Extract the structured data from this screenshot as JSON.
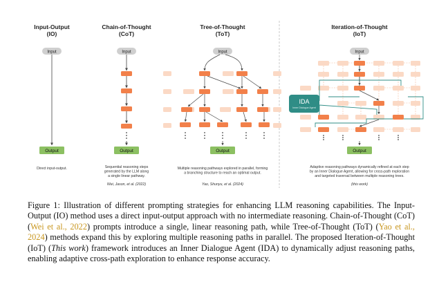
{
  "figure": {
    "panels": [
      {
        "id": "io",
        "title": "Input-Output",
        "abbr": "(IO)",
        "input_label": "Input",
        "output_label": "Output",
        "description": [
          "Direct input-output."
        ],
        "citation": ""
      },
      {
        "id": "cot",
        "title": "Chain-of-Thought",
        "abbr": "(CoT)",
        "input_label": "Input",
        "output_label": "Output",
        "description": [
          "Sequential reasoning steps",
          "generated by the LLM along",
          "a single linear pathway."
        ],
        "citation": "Wei, Jason, et al. (2022)"
      },
      {
        "id": "tot",
        "title": "Tree-of-Thought",
        "abbr": "(ToT)",
        "input_label": "Input",
        "output_label": "Output",
        "description": [
          "Multiple reasoning pathways explored in parallel, forming",
          "a branching structure to reach an optimal output."
        ],
        "citation": "Yao, Shunyu, et al. (2024)"
      },
      {
        "id": "iot",
        "title": "Iteration-of-Thought",
        "abbr": "(IoT)",
        "input_label": "Input",
        "output_label": "Output",
        "description": [
          "Adaptive reasoning pathways dynamically refined at each step",
          "by an Inner Dialogue Agent, allowing for cross-path exploration",
          "and targeted traversal between multiple reasoning trees."
        ],
        "citation": "(this work)",
        "agent_label": "IDA",
        "agent_sublabel": "Inner Dialogue Agent"
      }
    ],
    "colors": {
      "node": "#f2804a",
      "node_faded": "#fbd9c5",
      "output": "#8cc062",
      "input": "#cfcfcf",
      "agent": "#2f8d86"
    }
  },
  "caption": {
    "label": "Figure 1:",
    "s1": "Illustration of different prompting strategies for enhancing LLM reasoning capabilities. The Input-Output (IO) method uses a direct input-output approach with no intermediate reasoning. Chain-of-Thought (CoT) (",
    "cite1": "Wei et al., 2022",
    "s2": ") prompts introduce a single, linear reasoning path, while Tree-of-Thought (ToT) (",
    "cite2": "Yao et al., 2024",
    "s3": ") methods expand this by exploring multiple reasoning paths in parallel. The proposed Iteration-of-Thought (IoT) (",
    "it": "This work",
    "s4": ") framework introduces an Inner Dialogue Agent (IDA) to dynamically adjust reasoning paths, enabling adaptive cross-path exploration to enhance response accuracy."
  }
}
